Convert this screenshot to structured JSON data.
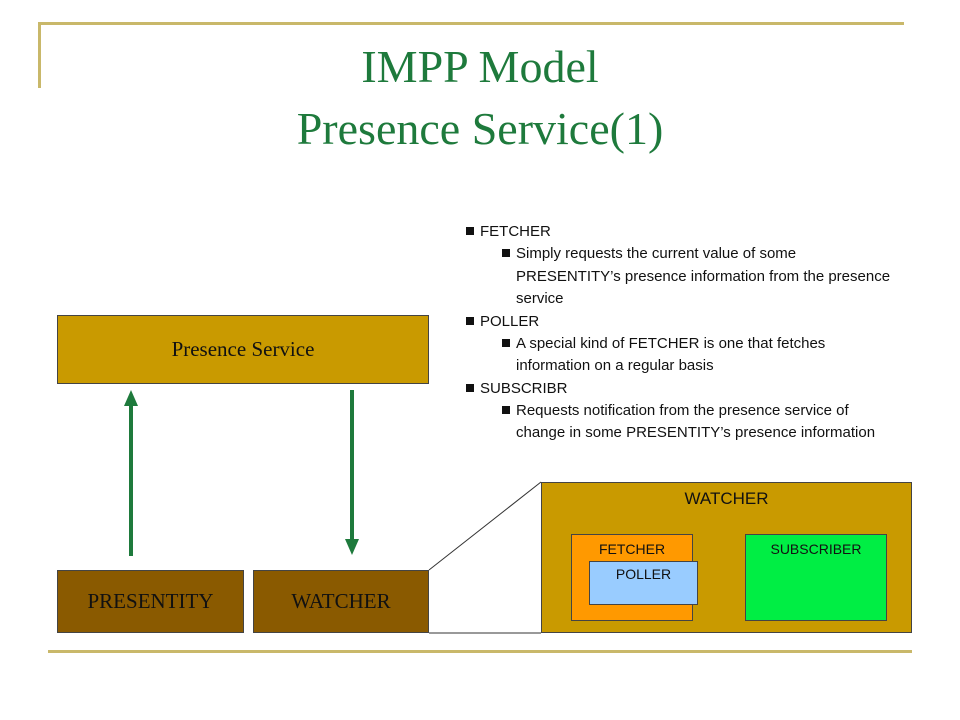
{
  "slide": {
    "title_line1": "IMPP Model",
    "title_line2": "Presence Service(1)",
    "title_color": "#1e7a3c"
  },
  "diagram": {
    "presence_service": "Presence Service",
    "presentity": "PRESENTITY",
    "watcher": "WATCHER",
    "arrow_color": "#1e7a3c"
  },
  "bullets": [
    {
      "term": "FETCHER",
      "desc": "Simply requests the current value of some PRESENTITY’s presence information from the presence service"
    },
    {
      "term": "POLLER",
      "desc": "A special kind of FETCHER is one that fetches information on a regular basis"
    },
    {
      "term": "SUBSCRIBR",
      "desc": "Requests notification from the presence service of change in some PRESENTITY’s presence information"
    }
  ],
  "watcher_detail": {
    "title": "WATCHER",
    "fetcher": "FETCHER",
    "poller": "POLLER",
    "subscriber": "SUBSCRIBER"
  },
  "colors": {
    "gold": "#c99a00",
    "brown": "#8a5a00",
    "orange": "#ff9900",
    "light_blue": "#99ccff",
    "green": "#00ee44"
  }
}
